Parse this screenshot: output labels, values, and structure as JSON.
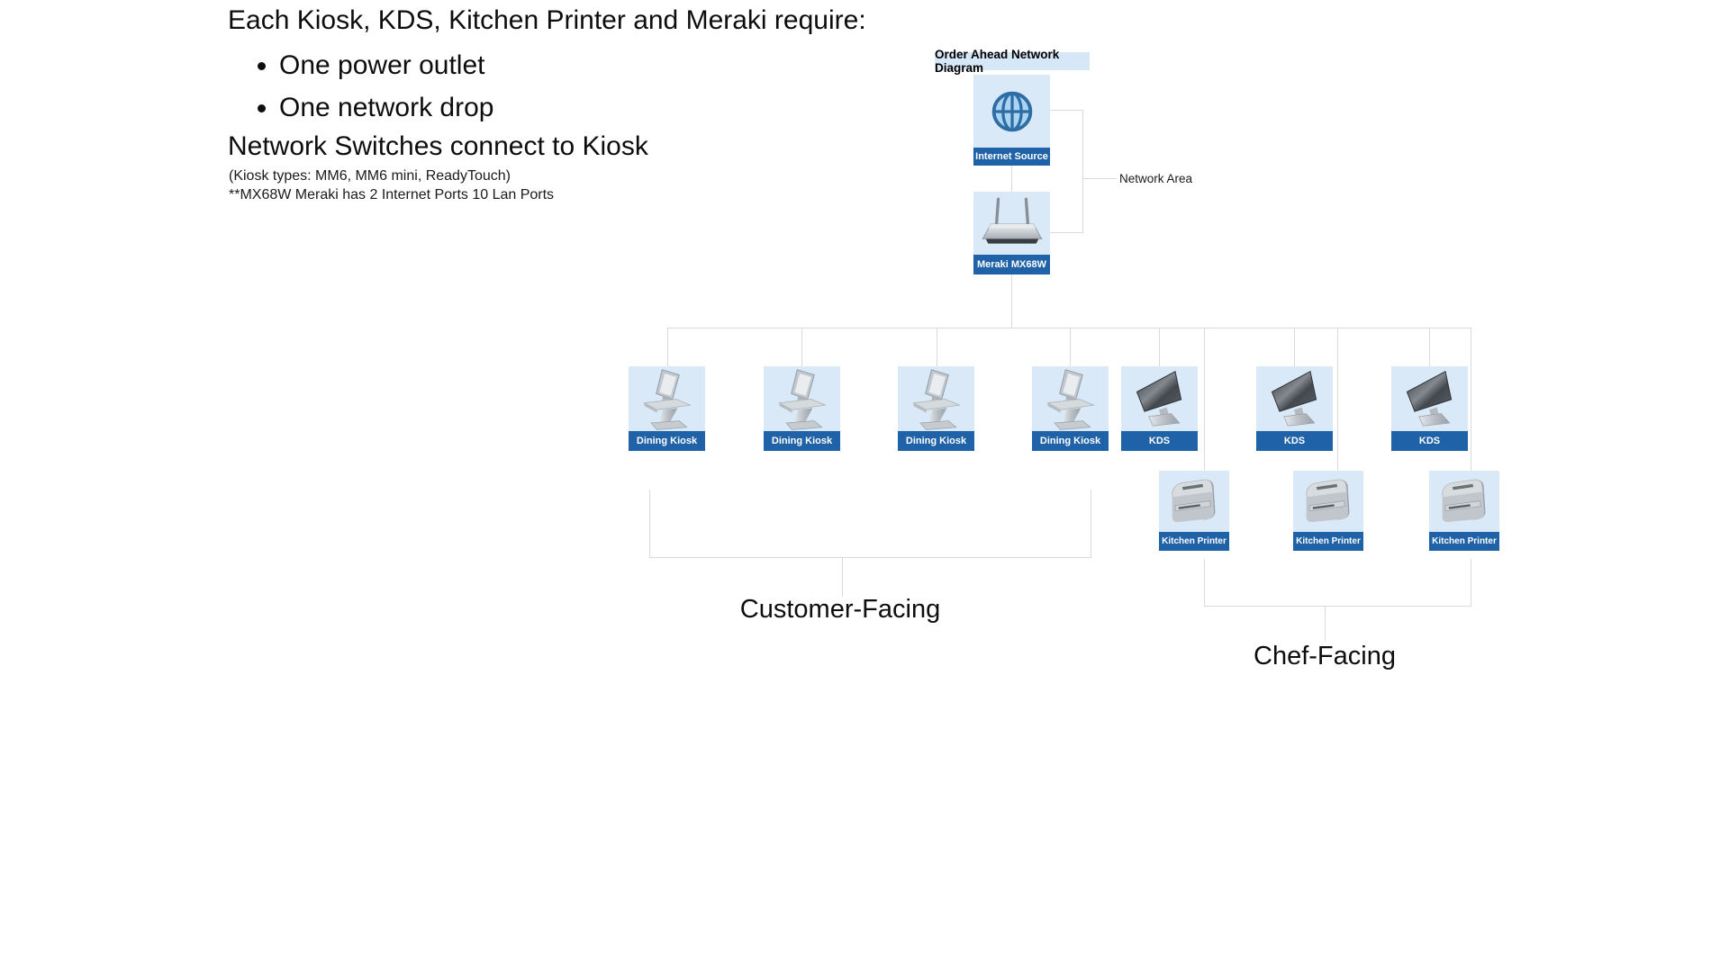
{
  "notes": {
    "heading": "Each Kiosk, KDS, Kitchen Printer and Meraki require:",
    "bullets": [
      "One power outlet",
      "One network drop"
    ],
    "subheading": "Network Switches connect to Kiosk",
    "kiosk_types": "(Kiosk types: MM6, MM6 mini, ReadyTouch)",
    "meraki_note": "**MX68W Meraki has 2 Internet  Ports 10 Lan Ports"
  },
  "diagram": {
    "title": "Order Ahead Network Diagram",
    "network_area_label": "Network Area",
    "internet_source": {
      "label": "Internet Source",
      "icon": "globe-icon"
    },
    "router": {
      "label": "Meraki MX68W",
      "icon": "wifi-router-icon"
    },
    "devices": [
      {
        "label": "Dining Kiosk",
        "icon": "kiosk-icon"
      },
      {
        "label": "Dining Kiosk",
        "icon": "kiosk-icon"
      },
      {
        "label": "Dining Kiosk",
        "icon": "kiosk-icon"
      },
      {
        "label": "Dining Kiosk",
        "icon": "kiosk-icon"
      },
      {
        "label": "KDS",
        "icon": "kds-monitor-icon"
      },
      {
        "label": "KDS",
        "icon": "kds-monitor-icon"
      },
      {
        "label": "KDS",
        "icon": "kds-monitor-icon"
      }
    ],
    "printers": [
      {
        "label": "Kitchen Printer",
        "icon": "receipt-printer-icon"
      },
      {
        "label": "Kitchen Printer",
        "icon": "receipt-printer-icon"
      },
      {
        "label": "Kitchen Printer",
        "icon": "receipt-printer-icon"
      }
    ],
    "groups": {
      "customer_facing": "Customer-Facing",
      "chef_facing": "Chef-Facing"
    },
    "colors": {
      "node_box_bg": "#d9e9f8",
      "node_label_bg": "#2062a7",
      "title_bg": "#d6e8f7",
      "connector": "#d9d9d9",
      "globe_stroke": "#2e6da4",
      "globe_fill": "#aad4f2"
    }
  }
}
